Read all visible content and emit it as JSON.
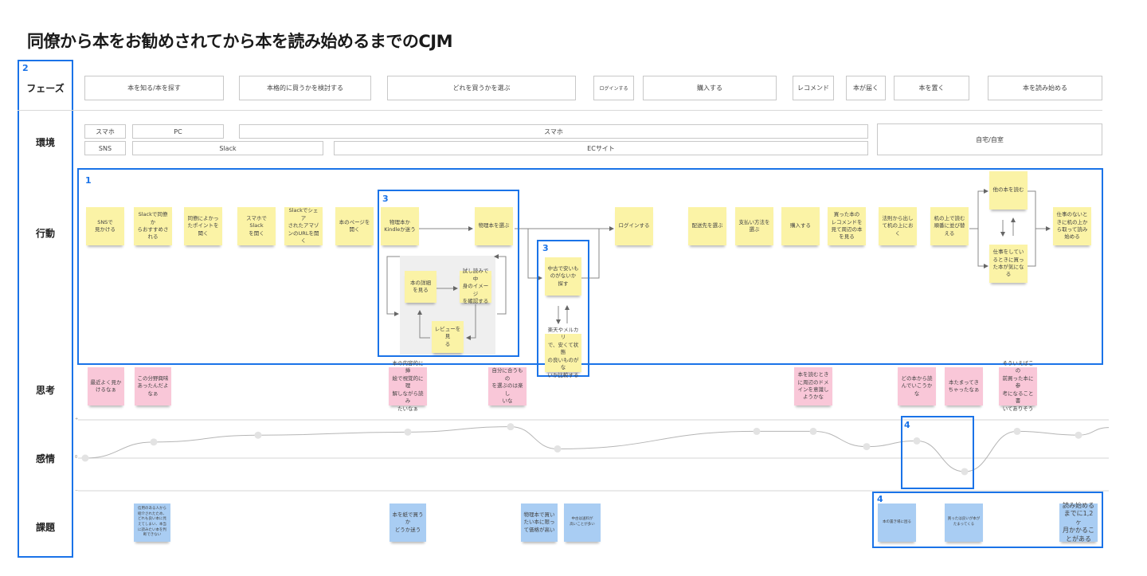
{
  "title": "同僚から本をお勧めされてから本を読み始めるまでのCJM",
  "row_labels": {
    "phase": "フェーズ",
    "environment": "環境",
    "action": "行動",
    "thought": "思考",
    "emotion": "感情",
    "issue": "課題"
  },
  "highlights": {
    "rows": "2",
    "actions": "1",
    "consider_a": "3",
    "consider_b": "3",
    "emotion_dip": "4",
    "issues_end": "4"
  },
  "phases": [
    "本を知る/本を探す",
    "本格的に買うかを検討する",
    "どれを買うかを選ぶ",
    "ログインする",
    "購入する",
    "レコメンド",
    "本が届く",
    "本を置く",
    "本を読み始める"
  ],
  "environment": {
    "device": [
      "スマホ",
      "PC",
      "スマホ"
    ],
    "service": [
      "SNS",
      "Slack",
      "ECサイト"
    ],
    "place": "自宅/自室"
  },
  "actions": {
    "main_flow": [
      "SNSで\n見かける",
      "Slackで同僚か\nらおすすめさ\nれる",
      "同僚によかっ\nたポイントを\n聞く",
      "スマホでSlack\nを開く",
      "Slackでシェア\nされたアマゾ\nンのURLを開\nく",
      "本のページを\n開く"
    ],
    "consider_box": {
      "physical_or_kindle": "物理本か\nKindleか迷う",
      "choose_physical": "物理本を選ぶ",
      "see_details": "本の詳細\nを見る",
      "trial_read": "試し読みで中\n身のイメージ\nを確認する",
      "see_reviews": "レビューを見\nる"
    },
    "used_box": {
      "search_used": "中古で安いも\nのがないか\n探す",
      "compare": "楽天やメルカリ\nで、安くて状態\nの良いものがな\nいか比較する"
    },
    "purchase_flow": [
      "ログインする",
      "配送先を選ぶ",
      "支払い方法を\n選ぶ",
      "購入する",
      "買った本の\nレコメンドを\n見て周辺の本\nを見る",
      "法則から出し\nて机の上にお\nく",
      "机の上で読む\n順番に並び替\nえる"
    ],
    "branch": {
      "read_other": "他の本を読む",
      "curious_at_work": "仕事をしてい\nるときに買っ\nた本が気にな\nる",
      "start_reading": "仕事のないと\nきに机の上か\nら取って読み\n始める"
    }
  },
  "thoughts": [
    "最近よく見か\nけるなぁ",
    "この分野興味\nあったんだよ\nなぁ",
    "本の内容的に挿\n絵で視覚的に理\n解しながら読み\nたいなぁ",
    "自分に合うもの\nを選ぶのは楽し\nいな",
    "本を読むとき\nに周辺のドメ\nインを意識し\nようかな",
    "どの本から読\nんでいこうか\nな",
    "本たまってき\nちゃったなぁ",
    "そういえばこの\n前買った本に参\n考になること書\nいてありそう"
  ],
  "emotion": {
    "axis_labels": {
      "top": "+",
      "mid": "0",
      "bottom": "−"
    },
    "values": [
      0,
      0.42,
      0.6,
      0.68,
      0.82,
      0.24,
      0.7,
      0.7,
      0.3,
      0.45,
      -0.46,
      0.7,
      0.6,
      0.8
    ],
    "range": [
      -1,
      1
    ]
  },
  "issues": [
    "信用のある人から\n紹介されたため、\nどれも良い本に見\nえてしまい、本当\nに読みたい本を判\n断できない",
    "本を紙で買う\nか\nどうか迷う",
    "物理本で買い\nたい本に限っ\nて価格が高い",
    "中古は送料が\n高いことが多い",
    "本の置き場に困る",
    "買ったは良いが本が\nたまってくる",
    "読み始める\nまでに1,2ヶ\n月かかるこ\nとがある"
  ],
  "colors": {
    "highlight": "#1a73e8",
    "sticky_action": "#fbf3a6",
    "sticky_thought": "#f9c7d8",
    "sticky_issue": "#a9cdf3"
  }
}
